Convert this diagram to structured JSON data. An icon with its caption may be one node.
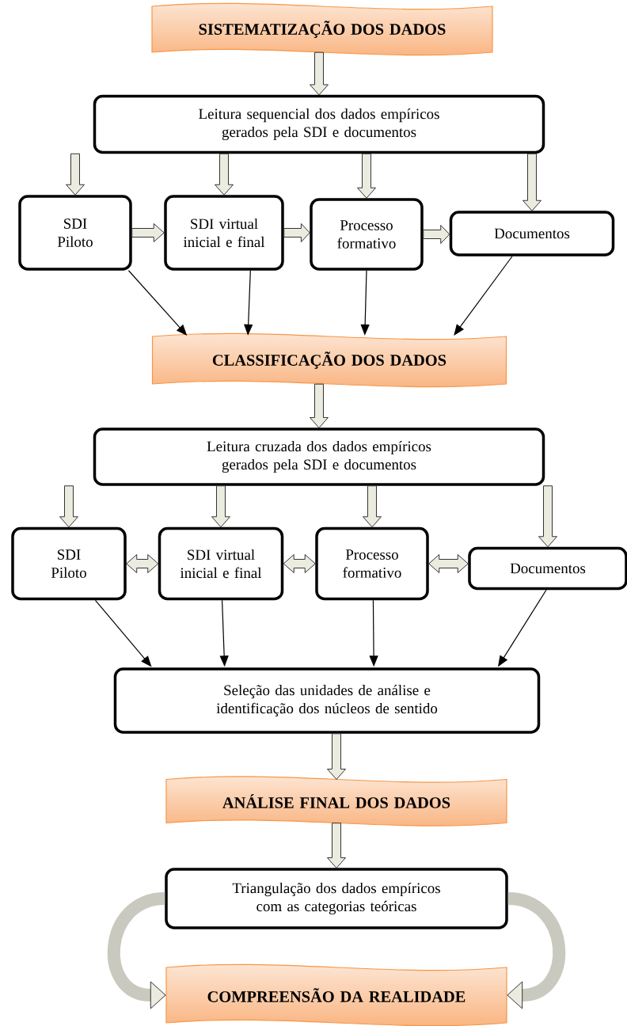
{
  "diagram": {
    "nodes": [
      {
        "text": [
          "SISTEMATIZAÇÃO DOS DADOS"
        ]
      },
      {
        "text": [
          "Leitura sequencial dos dados empíricos gerados pela SDI e documentos"
        ]
      },
      {
        "text": [
          "SDI Piloto"
        ]
      },
      {
        "text": [
          "SDI virtual inicial e final"
        ]
      },
      {
        "text": [
          "Processo formativo"
        ]
      },
      {
        "text": [
          "Documentos"
        ]
      },
      {
        "text": [
          "CLASSIFICAÇÃO DOS DADOS"
        ]
      },
      {
        "text": [
          "Leitura cruzada dos dados empíricos gerados pela SDI e documentos"
        ]
      },
      {
        "text": [
          "SDI Piloto"
        ]
      },
      {
        "text": [
          "SDI virtual inicial e final"
        ]
      },
      {
        "text": [
          "Processo formativo"
        ]
      },
      {
        "text": [
          "Documentos"
        ]
      },
      {
        "text": [
          "Seleção das unidades de análise e identificação dos núcleos de sentido"
        ]
      },
      {
        "text": [
          "ANÁLISE FINAL DOS DADOS"
        ]
      },
      {
        "text": [
          "Triangulação dos dados empíricos com as categorias teóricas"
        ]
      },
      {
        "text": [
          "COMPREENSÃO DA REALIDADE"
        ]
      }
    ],
    "edges": [
      {
        "from": 0,
        "to": 1,
        "arrow": "to",
        "style": "thick"
      },
      {
        "from": 1,
        "to": 2,
        "arrow": "to",
        "style": "thick"
      },
      {
        "from": 1,
        "to": 3,
        "arrow": "to",
        "style": "thick"
      },
      {
        "from": 1,
        "to": 4,
        "arrow": "to",
        "style": "thick"
      },
      {
        "from": 1,
        "to": 5,
        "arrow": "to",
        "style": "thick"
      },
      {
        "from": 2,
        "to": 3,
        "arrow": "to",
        "style": "thick"
      },
      {
        "from": 3,
        "to": 4,
        "arrow": "to",
        "style": "thick"
      },
      {
        "from": 4,
        "to": 5,
        "arrow": "to",
        "style": "thick"
      },
      {
        "from": 2,
        "to": 6,
        "arrow": "to"
      },
      {
        "from": 3,
        "to": 6,
        "arrow": "to"
      },
      {
        "from": 4,
        "to": 6,
        "arrow": "to"
      },
      {
        "from": 5,
        "to": 6,
        "arrow": "to"
      },
      {
        "from": 6,
        "to": 7,
        "arrow": "to",
        "style": "thick"
      },
      {
        "from": 7,
        "to": 8,
        "arrow": "to",
        "style": "thick"
      },
      {
        "from": 7,
        "to": 9,
        "arrow": "to",
        "style": "thick"
      },
      {
        "from": 7,
        "to": 10,
        "arrow": "to",
        "style": "thick"
      },
      {
        "from": 7,
        "to": 11,
        "arrow": "to",
        "style": "thick"
      },
      {
        "from": 8,
        "to": 9,
        "arrow": "both",
        "style": "thick"
      },
      {
        "from": 9,
        "to": 10,
        "arrow": "both",
        "style": "thick"
      },
      {
        "from": 10,
        "to": 11,
        "arrow": "both",
        "style": "thick"
      },
      {
        "from": 8,
        "to": 12,
        "arrow": "to"
      },
      {
        "from": 9,
        "to": 12,
        "arrow": "to"
      },
      {
        "from": 10,
        "to": 12,
        "arrow": "to"
      },
      {
        "from": 11,
        "to": 12,
        "arrow": "to"
      },
      {
        "from": 12,
        "to": 13,
        "arrow": "to",
        "style": "thick"
      },
      {
        "from": 13,
        "to": 14,
        "arrow": "to",
        "style": "thick"
      },
      {
        "from": 14,
        "to": 15,
        "arrow": "to",
        "style": "thick",
        "color": "#c9c9c0"
      },
      {
        "from": 14,
        "to": 15,
        "arrow": "to",
        "style": "thick",
        "color": "#c9c9c0"
      }
    ]
  }
}
